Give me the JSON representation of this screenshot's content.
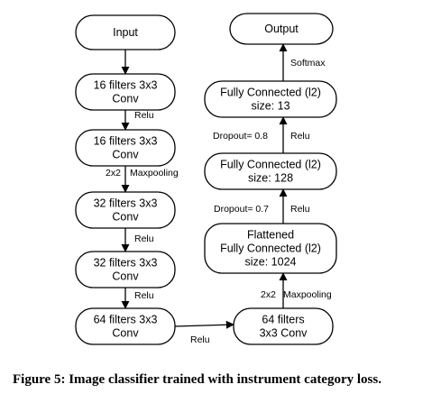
{
  "nodes": {
    "input": [
      "Input"
    ],
    "conv1": [
      "16 filters 3x3",
      "Conv"
    ],
    "conv2": [
      "16 filters 3x3",
      "Conv"
    ],
    "conv3": [
      "32 filters 3x3",
      "Conv"
    ],
    "conv4": [
      "32 filters 3x3",
      "Conv"
    ],
    "conv5": [
      "64 filters 3x3",
      "Conv"
    ],
    "conv6": [
      "64 filters",
      "3x3 Conv"
    ],
    "fc1024": [
      "Flattened",
      "Fully Connected (l2)",
      "size: 1024"
    ],
    "fc128": [
      "Fully Connected (l2)",
      "size: 128"
    ],
    "fc13": [
      "Fully Connected (l2)",
      "size: 13"
    ],
    "output": [
      "Output"
    ]
  },
  "edges": {
    "input_conv1": [],
    "conv1_conv2": [
      "Relu"
    ],
    "conv2_conv3": [
      "2x2",
      "Maxpooling"
    ],
    "conv3_conv4": [
      "Relu"
    ],
    "conv4_conv5": [
      "Relu"
    ],
    "conv5_conv6": [
      "Relu"
    ],
    "conv6_fc1024": [
      "2x2",
      "Maxpooling"
    ],
    "fc1024_fc128": [
      "Dropout= 0.7",
      "Relu"
    ],
    "fc128_fc13": [
      "Dropout= 0.8",
      "Relu"
    ],
    "fc13_output": [
      "Softmax"
    ]
  },
  "caption": "Figure 5: Image classifier trained with instrument category loss."
}
